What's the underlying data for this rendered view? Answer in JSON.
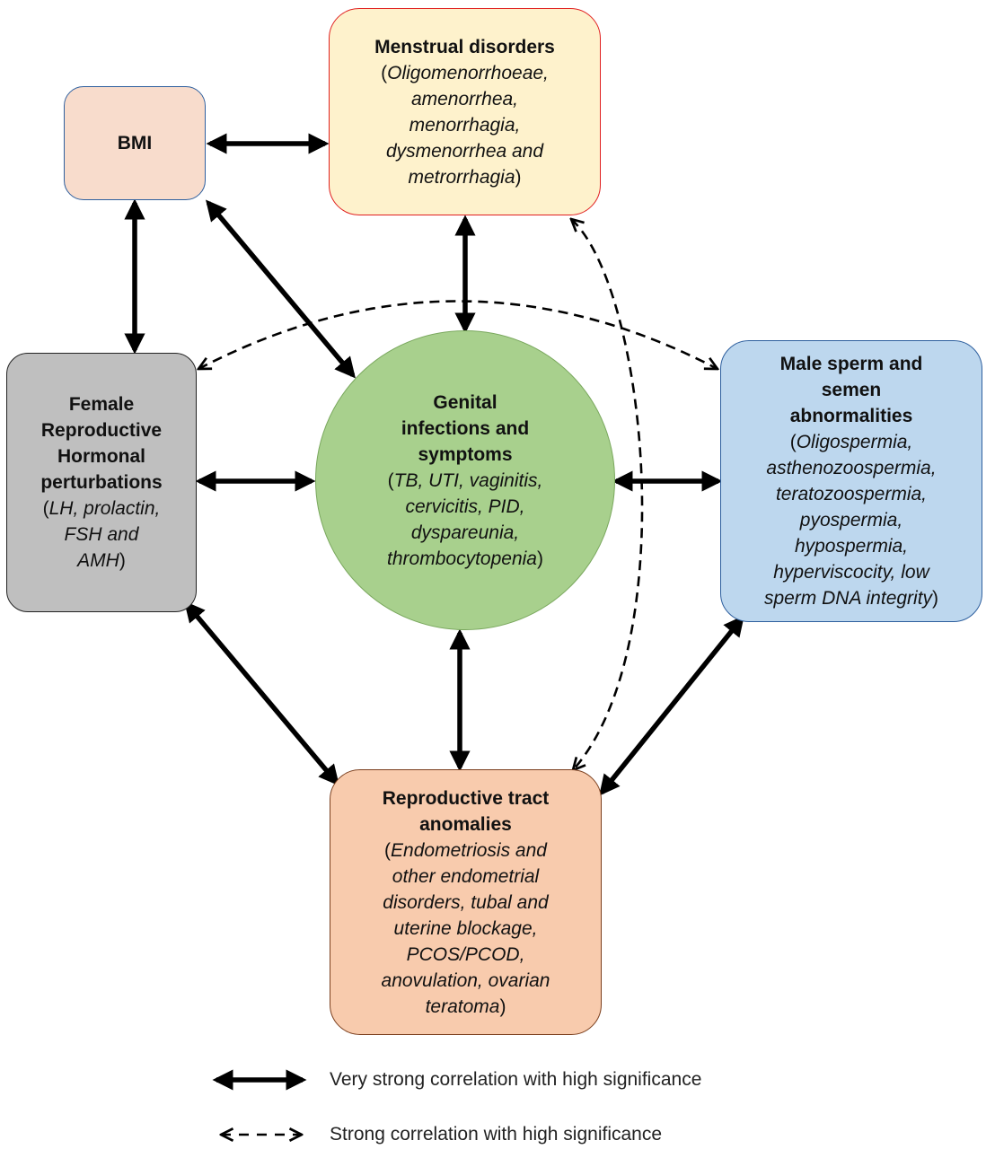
{
  "nodes": {
    "bmi": {
      "title": "BMI",
      "fill": "#f8dccc",
      "border": "#2e5f9e"
    },
    "menstrual": {
      "title": "Menstrual disorders",
      "detail": "Oligomenorrhoeae,\namenorrhea,\nmenorrhagia,\ndysmenorrhea and\nmetrorrhagia",
      "fill": "#fef2cc",
      "border": "#e02020"
    },
    "female": {
      "title": "Female\nReproductive\nHormonal\nperturbations",
      "detail": "LH, prolactin,\nFSH and\nAMH",
      "fill": "#bfbfbf",
      "border": "#222222"
    },
    "genital": {
      "title": "Genital\ninfections and\nsymptoms",
      "detail": "TB, UTI, vaginitis,\ncervicitis, PID,\ndyspareunia,\nthrombocytopenia",
      "fill": "#a8d08d",
      "border": "#7aa85e"
    },
    "male": {
      "title": "Male sperm and\nsemen\nabnormalities",
      "detail": "Oligospermia,\nasthenozoospermia,\nteratozoospermia,\npyospermia,\nhypospermia,\nhyperviscocity, low\nsperm DNA integrity",
      "fill": "#bdd7ee",
      "border": "#2e5f9e"
    },
    "tract": {
      "title": "Reproductive tract\nanomalies",
      "detail": "Endometriosis and\nother endometrial\ndisorders, tubal and\nuterine blockage,\nPCOS/PCOD,\nanovulation, ovarian\nteratoma",
      "fill": "#f8cbad",
      "border": "#7b3f1e"
    }
  },
  "edges": [
    {
      "from": "BMI",
      "to": "Menstrual disorders",
      "style": "solid"
    },
    {
      "from": "BMI",
      "to": "Female Reproductive Hormonal perturbations",
      "style": "solid"
    },
    {
      "from": "BMI",
      "to": "Genital infections and symptoms",
      "style": "solid"
    },
    {
      "from": "Menstrual disorders",
      "to": "Genital infections and symptoms",
      "style": "solid"
    },
    {
      "from": "Menstrual disorders",
      "to": "Reproductive tract anomalies",
      "style": "dashed"
    },
    {
      "from": "Female Reproductive Hormonal perturbations",
      "to": "Male sperm and semen abnormalities",
      "style": "dashed"
    },
    {
      "from": "Female Reproductive Hormonal perturbations",
      "to": "Genital infections and symptoms",
      "style": "solid"
    },
    {
      "from": "Genital infections and symptoms",
      "to": "Male sperm and semen abnormalities",
      "style": "solid"
    },
    {
      "from": "Female Reproductive Hormonal perturbations",
      "to": "Reproductive tract anomalies",
      "style": "solid"
    },
    {
      "from": "Genital infections and symptoms",
      "to": "Reproductive tract anomalies",
      "style": "solid"
    },
    {
      "from": "Male sperm and semen abnormalities",
      "to": "Reproductive tract anomalies",
      "style": "solid"
    }
  ],
  "legend": {
    "solid_label": "Very strong correlation with high significance",
    "dashed_label": "Strong correlation with high significance"
  }
}
